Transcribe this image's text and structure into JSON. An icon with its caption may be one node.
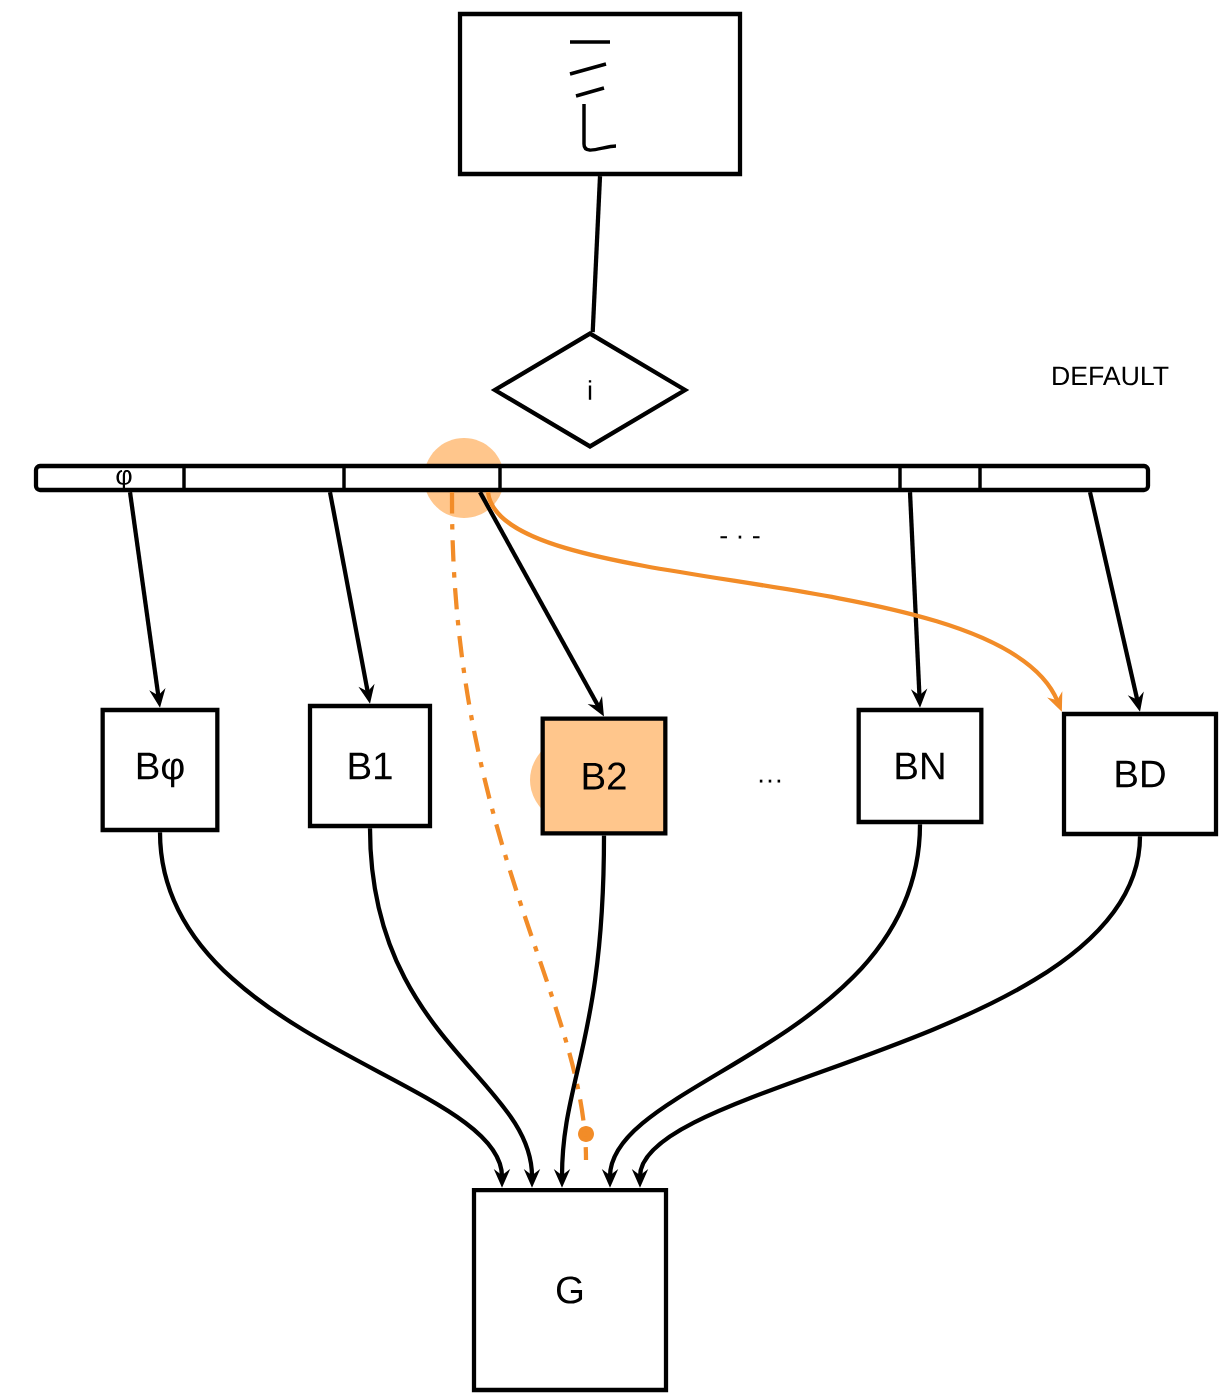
{
  "diagram": {
    "nodes": [
      {
        "text": [],
        "shape": "box"
      },
      {
        "text": [
          "i"
        ]
      },
      {
        "text": [],
        "shape": "bar"
      },
      {
        "text": [
          "Bφ"
        ]
      },
      {
        "text": [
          "B1"
        ]
      },
      {
        "text": [
          "B2"
        ]
      },
      {
        "text": [
          "BN"
        ]
      },
      {
        "text": [
          "BD"
        ]
      },
      {
        "text": [
          "G"
        ]
      }
    ],
    "edges": [
      {
        "from": 0,
        "to": 1,
        "arrow": "none"
      },
      {
        "from": 2,
        "to": 3,
        "arrow": "to"
      },
      {
        "from": 2,
        "to": 4,
        "arrow": "to"
      },
      {
        "from": 2,
        "to": 5,
        "arrow": "to"
      },
      {
        "from": 2,
        "to": 6,
        "arrow": "to"
      },
      {
        "from": 2,
        "to": 7,
        "arrow": "to"
      },
      {
        "from": 2,
        "to": 7,
        "arrow": "to",
        "color": "#f28c28"
      },
      {
        "from": 2,
        "to": 8,
        "arrow": "none",
        "style": "dashed",
        "color": "#f28c28"
      },
      {
        "from": 3,
        "to": 8,
        "arrow": "to"
      },
      {
        "from": 4,
        "to": 8,
        "arrow": "to"
      },
      {
        "from": 5,
        "to": 8,
        "arrow": "to"
      },
      {
        "from": 6,
        "to": 8,
        "arrow": "to"
      },
      {
        "from": 7,
        "to": 8,
        "arrow": "to"
      }
    ],
    "labels": [
      "DEFAULT",
      "φ",
      "- · -",
      "···"
    ]
  }
}
